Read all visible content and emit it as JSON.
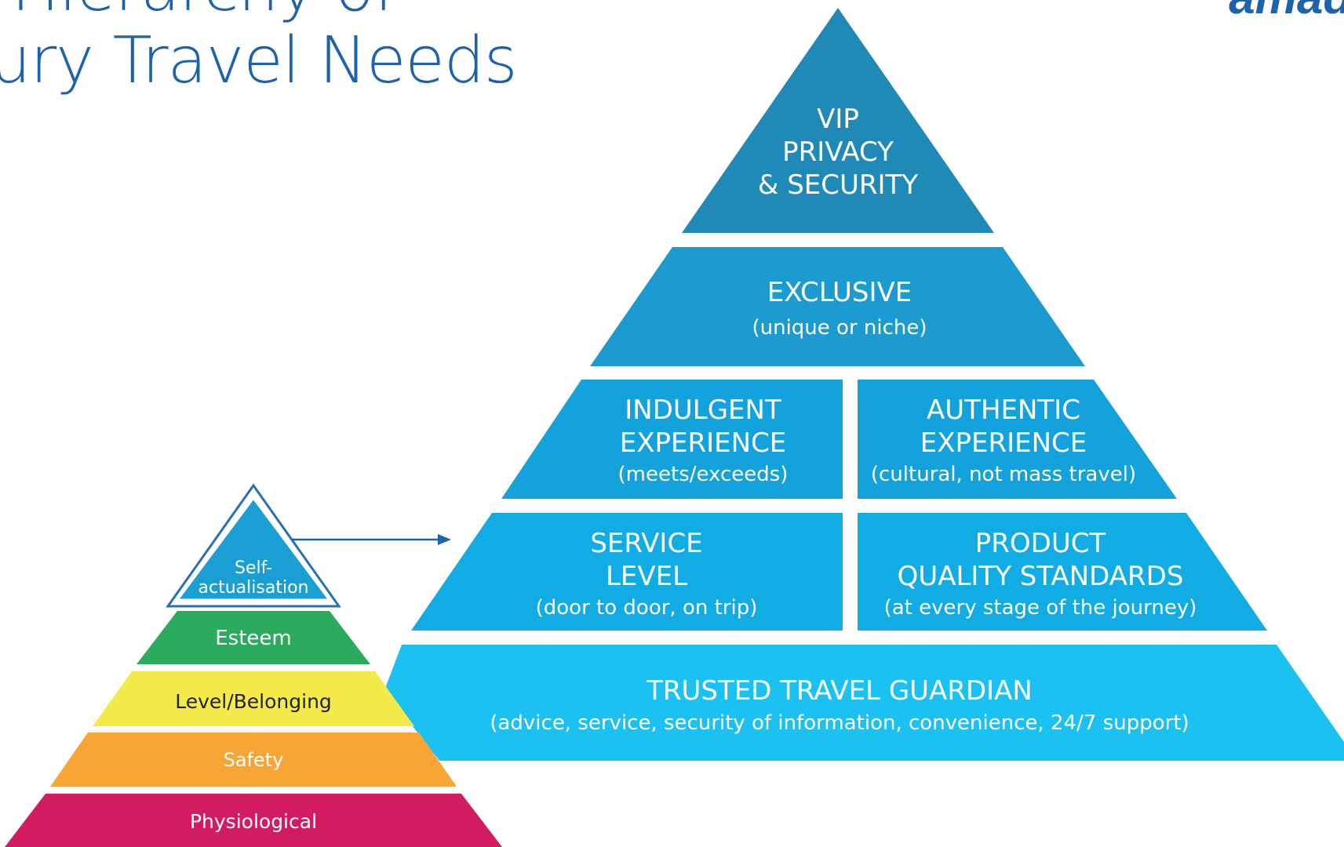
{
  "title": {
    "line1": "e Hierarchy of",
    "line2": "xury Travel Needs"
  },
  "logo": {
    "text": "amad"
  },
  "maslow": {
    "levels": [
      {
        "label": "Self-\nactualisation",
        "color": "#1a9fd4"
      },
      {
        "label": "Esteem",
        "color": "#2aac5c"
      },
      {
        "label": "Level/Belonging",
        "color": "#f4ea4a"
      },
      {
        "label": "Safety",
        "color": "#f7a535"
      },
      {
        "label": "Physiological",
        "color": "#d21b61"
      }
    ]
  },
  "luxury": {
    "tiers": [
      {
        "lines": [
          "VIP",
          "PRIVACY",
          "& SECURITY"
        ],
        "sub": "",
        "color": "#1f8ab8"
      },
      {
        "lines": [
          "EXCLUSIVE"
        ],
        "sub": "(unique or niche)",
        "color": "#1b9bcf"
      },
      {
        "lines": [
          "INDULGENT",
          "EXPERIENCE"
        ],
        "sub": "(meets/exceeds)",
        "color": "#13a2dc"
      },
      {
        "lines": [
          "AUTHENTIC",
          "EXPERIENCE"
        ],
        "sub": "(cultural, not mass travel)",
        "color": "#13a2dc"
      },
      {
        "lines": [
          "SERVICE",
          "LEVEL"
        ],
        "sub": "(door to door, on trip)",
        "color": "#10ace3"
      },
      {
        "lines": [
          "PRODUCT",
          "QUALITY STANDARDS"
        ],
        "sub": "(at every stage of the journey)",
        "color": "#10ace3"
      },
      {
        "lines": [
          "TRUSTED TRAVEL GUARDIAN"
        ],
        "sub": "(advice, service, security of information, convenience, 24/7 support)",
        "color": "#1bc1f0"
      }
    ]
  },
  "colors": {
    "arrow": "#1c62ad",
    "outline": "#2a6fb0",
    "text_dark": "#222222",
    "text_light": "#ffffff"
  }
}
